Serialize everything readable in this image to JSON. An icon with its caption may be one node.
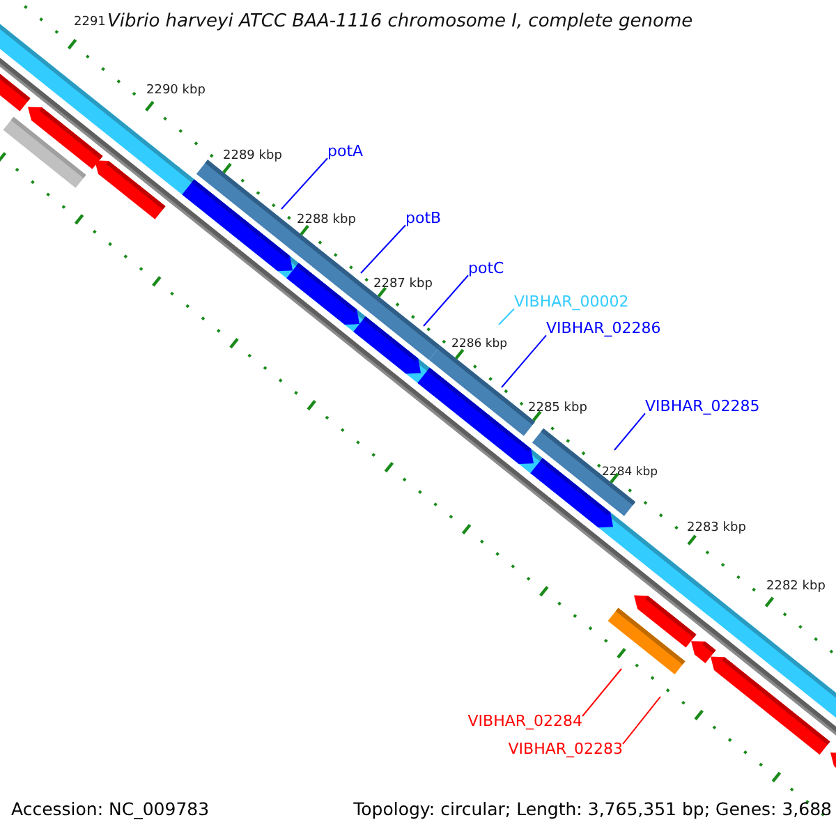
{
  "diagram": {
    "title": "Vibrio harveyi ATCC BAA-1116 chromosome I, complete genome",
    "nodes": [
      {
        "text": [
          "potA"
        ]
      },
      {
        "text": [
          "potB"
        ]
      },
      {
        "text": [
          "potC"
        ]
      },
      {
        "text": [
          "VIBHAR_00002"
        ]
      },
      {
        "text": [
          "VIBHAR_02286"
        ]
      },
      {
        "text": [
          "VIBHAR_02285"
        ]
      },
      {
        "text": [
          "VIBHAR_02284"
        ]
      },
      {
        "text": [
          "VIBHAR_02283"
        ]
      }
    ],
    "edges": [
      {
        "from": 0,
        "to": null,
        "arrow": "none"
      },
      {
        "from": 1,
        "to": null,
        "arrow": "none"
      },
      {
        "from": 2,
        "to": null,
        "arrow": "none"
      },
      {
        "from": 3,
        "to": null,
        "arrow": "none",
        "color": "#33ccff"
      },
      {
        "from": 4,
        "to": null,
        "arrow": "none"
      },
      {
        "from": 5,
        "to": null,
        "arrow": "none"
      },
      {
        "from": 6,
        "to": null,
        "arrow": "none",
        "color": "#ff0000"
      },
      {
        "from": 7,
        "to": null,
        "arrow": "none",
        "color": "#ff0000"
      }
    ],
    "labels": [
      "2291",
      "2290 kbp",
      "2289 kbp",
      "2288 kbp",
      "2287 kbp",
      "2286 kbp",
      "2285 kbp",
      "2284 kbp",
      "2283 kbp",
      "2282 kbp",
      "Accession: NC_009783",
      "Topology: circular; Length: 3,765,351 bp; Genes: 3,688"
    ]
  }
}
